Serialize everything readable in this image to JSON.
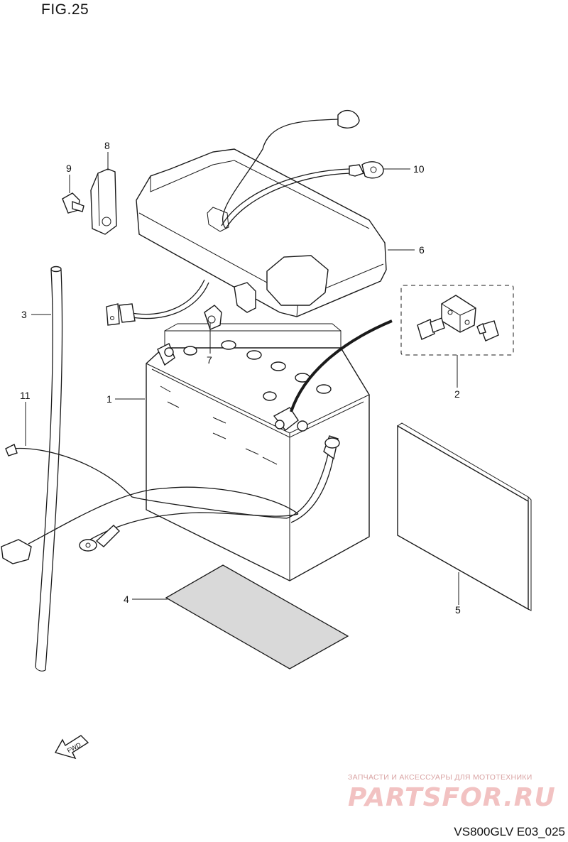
{
  "figure": {
    "title": "FIG.25",
    "code": "VS800GLV E03_025",
    "direction_label": "FWD"
  },
  "callouts": [
    "1",
    "2",
    "3",
    "4",
    "5",
    "6",
    "7",
    "8",
    "9",
    "10",
    "11"
  ],
  "watermark": {
    "subtitle": "ЗАПЧАСТИ И АКСЕССУАРЫ ДЛЯ МОТОТЕХНИКИ",
    "logo": "PARTSFOR.RU"
  },
  "colors": {
    "line": "#1a1a1a",
    "watermark": "#f2c2c2"
  }
}
